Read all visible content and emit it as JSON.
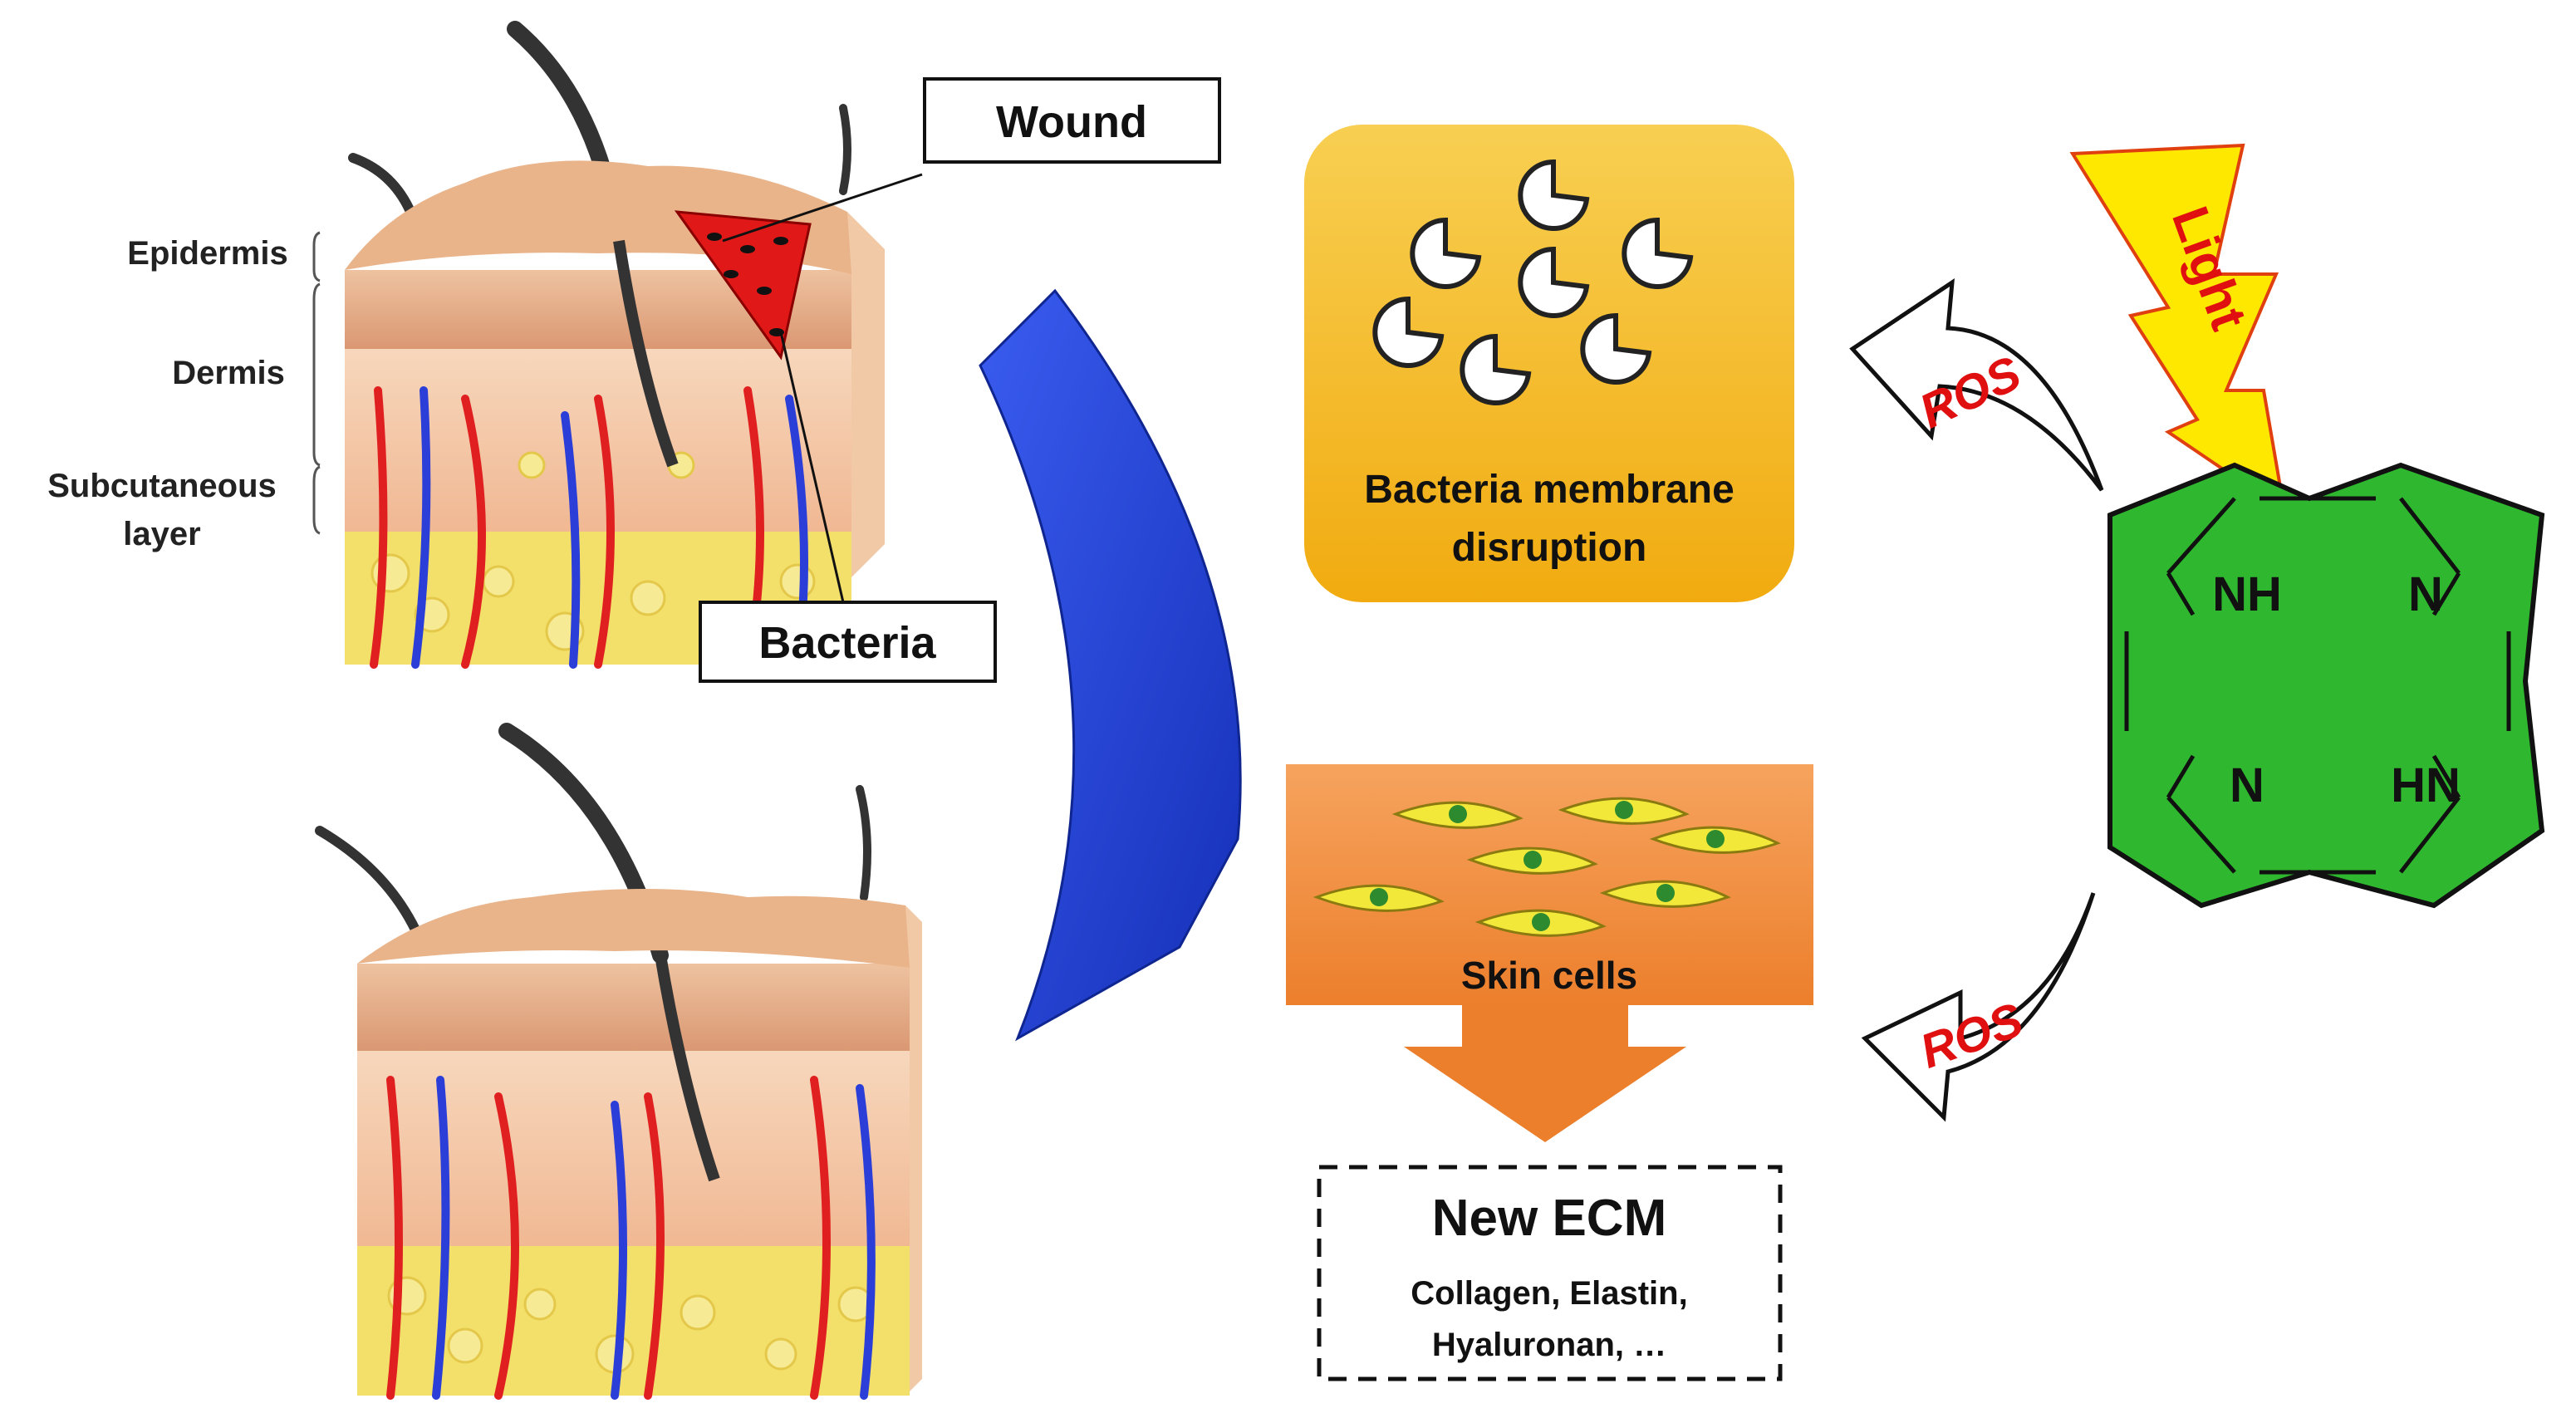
{
  "skin_labels": {
    "epidermis": "Epidermis",
    "dermis": "Dermis",
    "subcutaneous_line1": "Subcutaneous",
    "subcutaneous_line2": "layer"
  },
  "callouts": {
    "wound": "Wound",
    "bacteria": "Bacteria"
  },
  "bacteria_box": {
    "line1": "Bacteria membrane",
    "line2": "disruption"
  },
  "skin_cells_box": {
    "label": "Skin cells"
  },
  "ecm_box": {
    "title": "New ECM",
    "line1": "Collagen, Elastin,",
    "line2": "Hyaluronan, …"
  },
  "light_label": "Light",
  "ros_labels": {
    "upper": "ROS",
    "lower": "ROS"
  },
  "porphyrin_labels": {
    "nh_top": "NH",
    "n_top": "N",
    "n_bottom": "N",
    "hn_bottom": "HN"
  },
  "colors": {
    "bacteria_box": "#f5bc1e",
    "skin_cells_box": "#f08a3c",
    "arc_arrow": "#1f3ed6",
    "porphyrin": "#2fb82f",
    "lightning": "#ffe800",
    "ros_text": "#e01010",
    "wound": "#e01818",
    "skin_top": "#e9b590",
    "dermis": "#f3c7a5",
    "fat": "#f3e06b"
  }
}
